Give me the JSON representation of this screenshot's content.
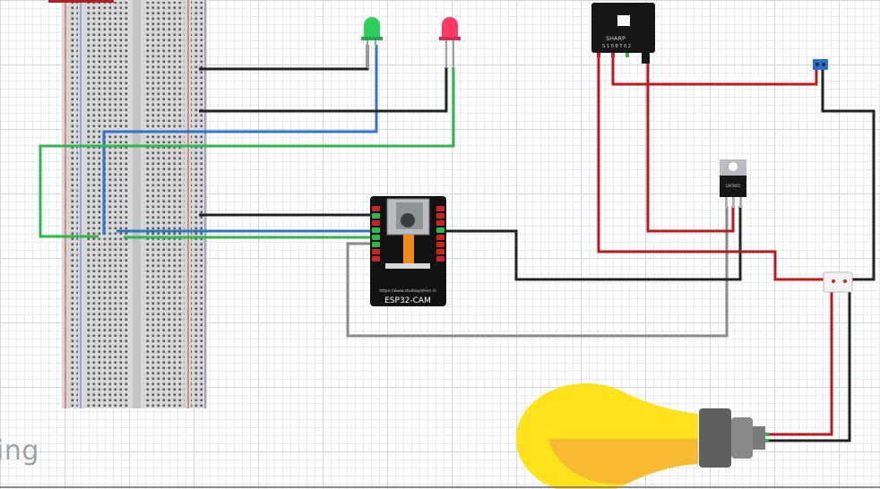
{
  "watermark_text": "ing",
  "esp32": {
    "label": "ESP32-CAM",
    "url": "https://www.studiopieters.nl"
  },
  "sensor": {
    "brand": "SHARP",
    "model": "S108T02"
  },
  "regulator": {
    "label": "LM7805"
  },
  "colors": {
    "wire_black": "#222222",
    "wire_blue": "#2e74c9",
    "wire_green": "#2db84a",
    "wire_red": "#c01818",
    "wire_gray": "#8a8a8a",
    "led_green": "#2ecf5a",
    "led_red": "#ff3864",
    "bulb_yellow": "#ffe11c"
  }
}
